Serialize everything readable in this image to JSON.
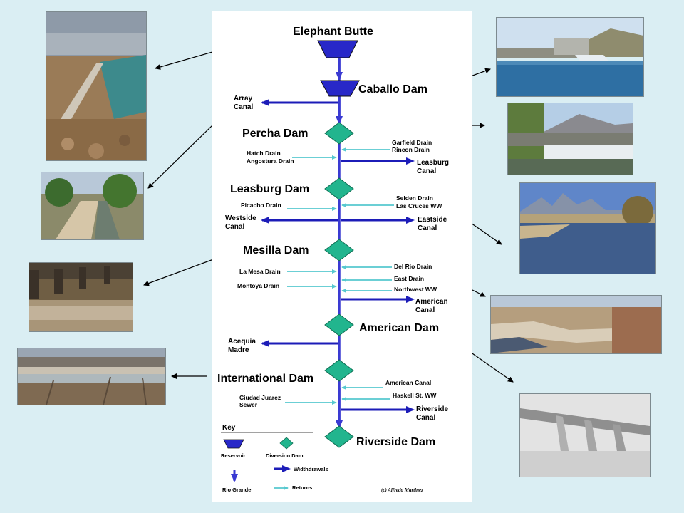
{
  "colors": {
    "background": "#daeef3",
    "rio_grande": "#3a3ad2",
    "withdrawal": "#1c1cb8",
    "return": "#56c8cf",
    "diversion_dam": "#22b58e",
    "reservoir": "#2828c8"
  },
  "dams": {
    "elephant_butte": "Elephant Butte",
    "caballo": "Caballo Dam",
    "percha": "Percha Dam",
    "leasburg": "Leasburg Dam",
    "mesilla": "Mesilla Dam",
    "american": "American Dam",
    "international": "International Dam",
    "riverside": "Riverside Dam"
  },
  "canals": {
    "array_1": "Array",
    "array_2": "Canal",
    "leasburg_1": "Leasburg",
    "leasburg_2": "Canal",
    "westside_1": "Westside",
    "westside_2": "Canal",
    "eastside_1": "Eastside",
    "eastside_2": "Canal",
    "american_1": "American",
    "american_2": "Canal",
    "acequia_1": "Acequia",
    "acequia_2": "Madre",
    "riverside_1": "Riverside",
    "riverside_2": "Canal"
  },
  "drains": {
    "garfield": "Garfield Drain",
    "rincon": "Rincon Drain",
    "hatch": "Hatch Drain",
    "angostura": "Angostura Drain",
    "selden": "Selden Drain",
    "las_cruces": "Las Cruces WW",
    "picacho": "Picacho Drain",
    "del_rio": "Del Rio Drain",
    "la_mesa": "La Mesa Drain",
    "east": "East Drain",
    "montoya": "Montoya Drain",
    "northwest": "Northwest WW",
    "american_canal": "American Canal",
    "haskell": "Haskell St. WW",
    "cj_1": "Ciudad Juarez",
    "cj_2": "Sewer"
  },
  "key": {
    "title": "Key",
    "reservoir": "Reservoir",
    "diversion_dam": "Diversion Dam",
    "withdrawals": "Widthdrawals",
    "rio_grande": "Rio Grande",
    "returns": "Returns",
    "credit": "(c) Alfredo Martinez"
  },
  "photos": [
    "elephant-butte-dam-photo",
    "caballo-dam-photo",
    "percha-dam-photo",
    "canal-photo",
    "leasburg-river-photo",
    "mesilla-dam-photo",
    "sandy-river-photo",
    "international-dam-photo",
    "riverside-dam-photo"
  ]
}
